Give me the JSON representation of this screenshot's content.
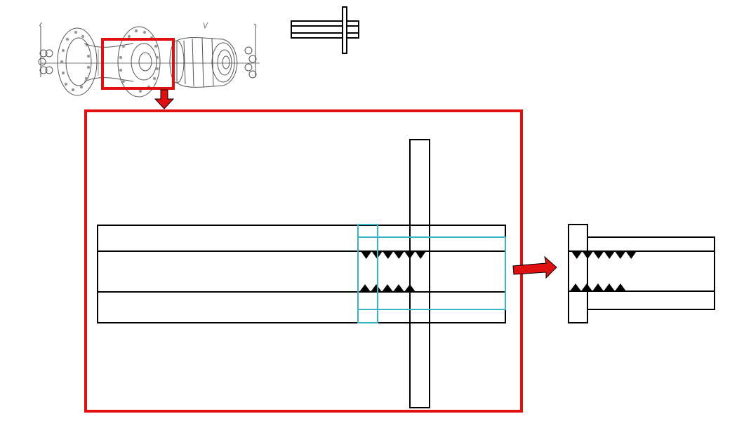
{
  "colors": {
    "background": "#ffffff",
    "line": "#000000",
    "highlight": "#e01010",
    "callout": "#3ab4c8",
    "sketch": "#555555"
  },
  "icons": {
    "hub_illustration": "bicycle-rear-hub-exploded-drawing",
    "arrow_down": "down-arrow-icon",
    "arrow_right": "right-arrow-icon"
  },
  "thread_teeth": {
    "main_upper": 6,
    "main_lower": 5,
    "detail_upper": 6,
    "detail_lower": 5
  }
}
